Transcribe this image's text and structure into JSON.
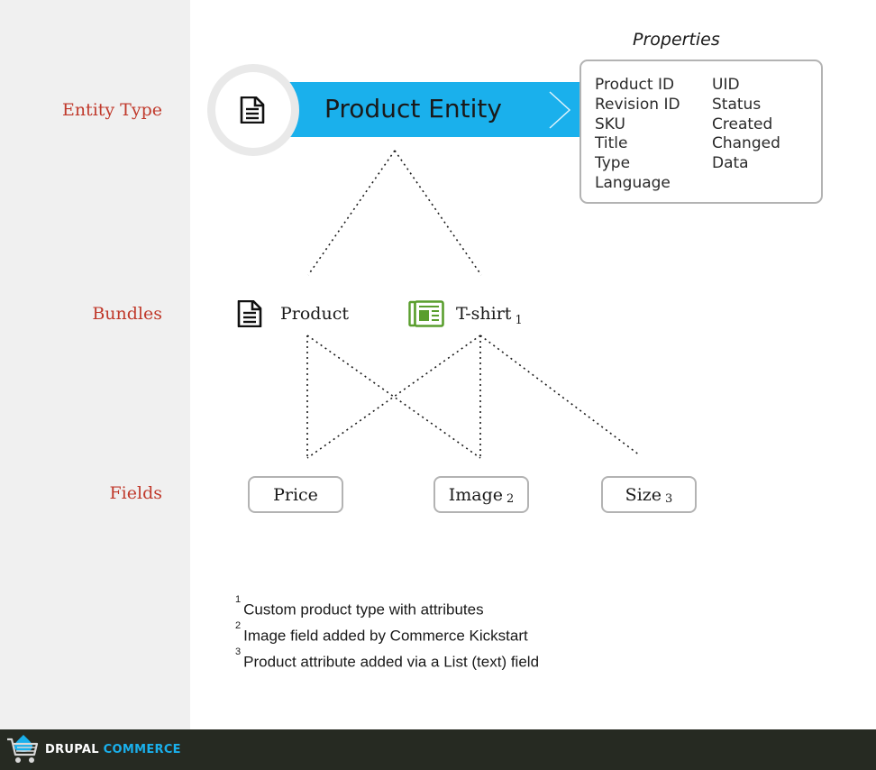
{
  "row_labels": {
    "entity_type": "Entity Type",
    "bundles": "Bundles",
    "fields": "Fields"
  },
  "entity": {
    "title": "Product Entity",
    "icon": "document-icon",
    "bar_color": "#1ab0ec"
  },
  "properties": {
    "title": "Properties",
    "left_column": [
      "Product ID",
      "Revision ID",
      "SKU",
      "Title",
      "Type",
      "Language"
    ],
    "right_column": [
      "UID",
      "Status",
      "Created",
      "Changed",
      "Data"
    ]
  },
  "bundles": [
    {
      "label": "Product",
      "footnote": "",
      "icon": "document-icon"
    },
    {
      "label": "T-shirt",
      "footnote": "1",
      "icon": "product-display-icon",
      "icon_color": "#5a9e2e"
    }
  ],
  "fields": [
    {
      "label": "Price",
      "footnote": ""
    },
    {
      "label": "Image",
      "footnote": "2"
    },
    {
      "label": "Size",
      "footnote": "3"
    }
  ],
  "footnotes": [
    {
      "mark": "1",
      "text": "Custom product type with attributes"
    },
    {
      "mark": "2",
      "text": "Image field added by Commerce Kickstart"
    },
    {
      "mark": "3",
      "text": "Product attribute added via a List (text) field"
    }
  ],
  "footer": {
    "brand_primary": "DRUPAL",
    "brand_secondary": "COMMERCE",
    "brand_secondary_color": "#1ab0ec",
    "icon": "shopping-cart-icon"
  },
  "colors": {
    "label_red": "#c0392b",
    "left_panel": "#f0f0f0",
    "footer_bg": "#262a22"
  }
}
